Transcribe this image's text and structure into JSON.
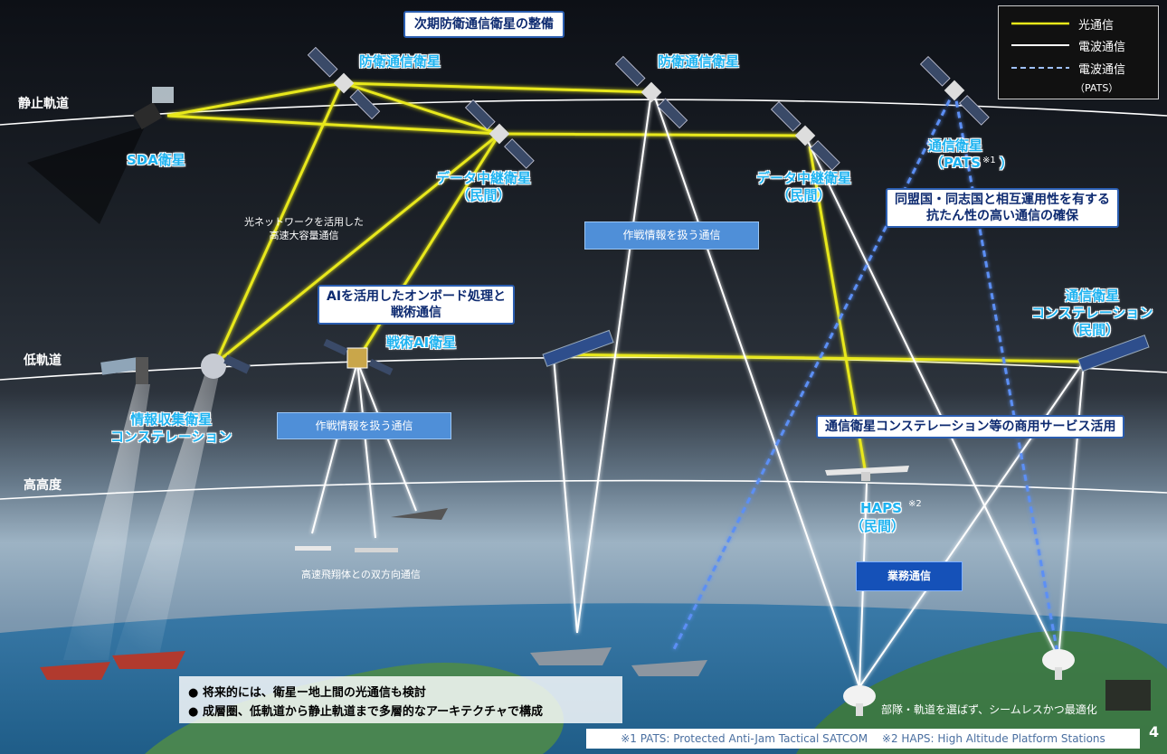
{
  "title": "次期防衛通信衛星の整備",
  "orbits": {
    "geo": "静止軌道",
    "leo": "低軌道",
    "high": "高高度"
  },
  "legend": {
    "optical": "光通信",
    "radio": "電波通信",
    "radio_pats": "電波通信",
    "pats_sub": "（PATS）"
  },
  "nodes": {
    "sda": "SDA衛星",
    "defense1": "防衛通信衛星",
    "defense2": "防衛通信衛星",
    "relay1": "データ中継衛星\n（民間）",
    "relay2": "データ中継衛星\n（民間）",
    "pats_sat": "通信衛星\n（PATS",
    "pats_note": "※1",
    "isr": "情報収集衛星\nコンステレーション",
    "tactical_ai": "戦術AI衛星",
    "comm_const": "通信衛星\nコンステレーション\n（民間）",
    "haps": "HAPS",
    "haps_note": "※2",
    "haps_sub": "（民間）"
  },
  "callouts": {
    "ai": "AIを活用したオンボード処理と\n戦術通信",
    "ally": "同盟国・同志国と相互運用性を有する\n抗たん性の高い通信の確保",
    "commercial": "通信衛星コンステレーション等の商用サービス活用"
  },
  "labels": {
    "optical_net": "光ネットワークを活用した\n高速大容量通信",
    "ops1": "作戦情報を扱う通信",
    "ops2": "作戦情報を扱う通信",
    "missile": "高速飛翔体との双方向通信",
    "business": "業務通信",
    "seamless": "部隊・軌道を選ばず、シームレスかつ最適化"
  },
  "notes": [
    "●  将来的には、衛星ー地上間の光通信も検討",
    "●  成層圏、低軌道から静止軌道まで多層的なアーキテクチャで構成"
  ],
  "footnote": "※1 PATS: Protected Anti-Jam Tactical SATCOM　 ※2 HAPS: High Altitude Platform Stations",
  "page_number": "4",
  "colors": {
    "optical": "#e8e81a",
    "radio": "#ffffff",
    "pats": "#5b8ff5",
    "label_cyan": "#1fb3f0",
    "box_blue": "#4f8fd8",
    "box_dark": "#1551b8"
  }
}
